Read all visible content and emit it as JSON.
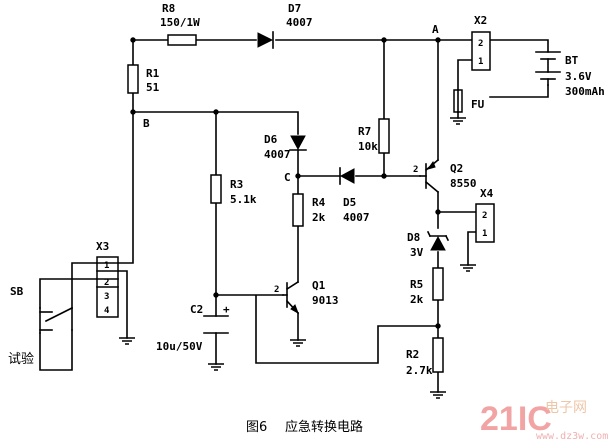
{
  "components": {
    "R8": {
      "ref": "R8",
      "value": "150/1W"
    },
    "D7": {
      "ref": "D7",
      "value": "4007"
    },
    "R1": {
      "ref": "R1",
      "value": "51"
    },
    "X2": {
      "ref": "X2"
    },
    "BT": {
      "ref": "BT",
      "value": "3.6V",
      "capacity": "300mAh"
    },
    "FU": {
      "ref": "FU"
    },
    "D6": {
      "ref": "D6",
      "value": "4007"
    },
    "R7": {
      "ref": "R7",
      "value": "10k"
    },
    "R3": {
      "ref": "R3",
      "value": "5.1k"
    },
    "R4": {
      "ref": "R4",
      "value": "2k"
    },
    "D5": {
      "ref": "D5",
      "value": "4007"
    },
    "Q2": {
      "ref": "Q2",
      "value": "8550"
    },
    "X4": {
      "ref": "X4"
    },
    "D8": {
      "ref": "D8",
      "value": "3V"
    },
    "X3": {
      "ref": "X3"
    },
    "Q1": {
      "ref": "Q1",
      "value": "9013"
    },
    "R5": {
      "ref": "R5",
      "value": "2k"
    },
    "C2": {
      "ref": "C2",
      "value": "10u/50V"
    },
    "R2": {
      "ref": "R2",
      "value": "2.7k"
    },
    "SB": {
      "ref": "SB",
      "function": "试验"
    }
  },
  "nodes": {
    "A": "A",
    "B": "B",
    "C": "C"
  },
  "pins": {
    "x2_top": "2",
    "x2_bot": "1",
    "x4_top": "2",
    "x4_bot": "1",
    "x3": [
      "1",
      "2",
      "3",
      "4"
    ]
  },
  "polarity": {
    "c2": "+"
  },
  "caption": {
    "fig": "图6",
    "title": "应急转换电路"
  },
  "watermark": {
    "brand": "21IC",
    "cn": "电子网",
    "url": "www.dz3w.com"
  }
}
